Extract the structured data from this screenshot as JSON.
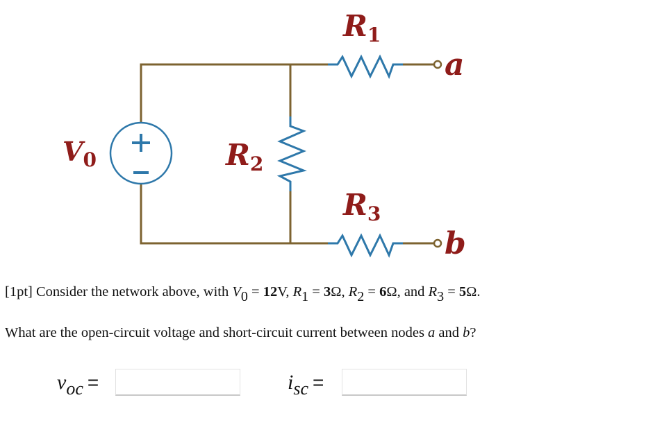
{
  "circuit": {
    "labels": {
      "R1": {
        "letter": "R",
        "subscript": "1"
      },
      "R2": {
        "letter": "R",
        "subscript": "2"
      },
      "R3": {
        "letter": "R",
        "subscript": "3"
      },
      "V0": {
        "letter": "V",
        "subscript": "0"
      },
      "node_a": "a",
      "node_b": "b"
    },
    "source_signs": {
      "plus": "+",
      "minus": "−"
    },
    "colors": {
      "wire": "#7d6330",
      "resistor": "#2e78aa",
      "label": "#8f1c1a"
    }
  },
  "problem": {
    "points_tag": "[1pt]",
    "intro": " Consider the network above, with ",
    "V0": {
      "symbol": "V",
      "sub": "0",
      "value": "12",
      "unit": "V"
    },
    "R1": {
      "symbol": "R",
      "sub": "1",
      "value": "3",
      "unit": "Ω"
    },
    "R2": {
      "symbol": "R",
      "sub": "2",
      "value": "6",
      "unit": "Ω"
    },
    "R3": {
      "symbol": "R",
      "sub": "3",
      "value": "5",
      "unit": "Ω"
    },
    "eq": " = ",
    "sep": ", ",
    "and": ", and ",
    "end": ".",
    "question_pre": "What are the open-circuit voltage and short-circuit current between nodes ",
    "node_a": "a",
    "question_mid": " and ",
    "node_b": "b",
    "question_end": "?"
  },
  "answers": {
    "voc": {
      "symbol": "v",
      "sub": "oc",
      "equals": "=",
      "value": "",
      "placeholder": ""
    },
    "isc": {
      "symbol": "i",
      "sub": "sc",
      "equals": "=",
      "value": "",
      "placeholder": ""
    }
  }
}
